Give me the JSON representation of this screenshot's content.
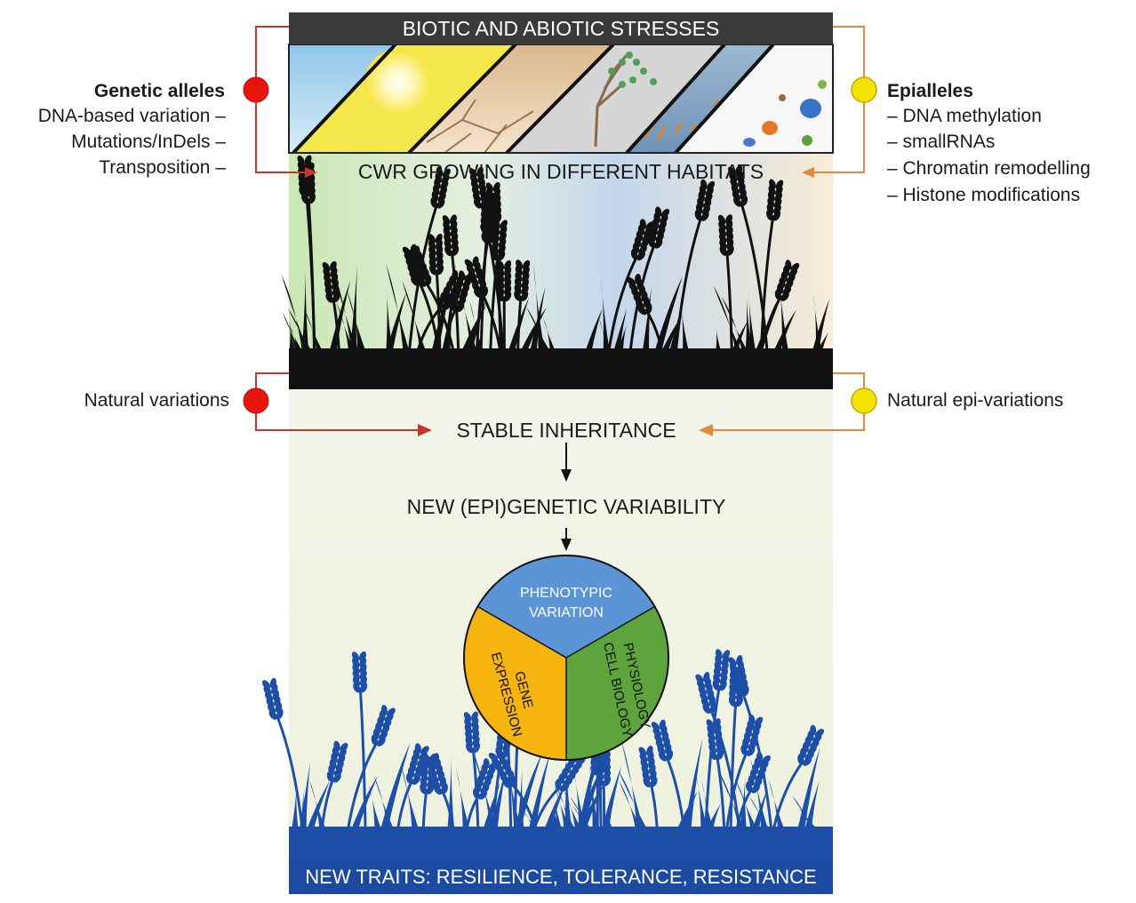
{
  "header_bar": {
    "title": "BIOTIC AND ABIOTIC STRESSES"
  },
  "left_panel": {
    "heading": "Genetic alleles",
    "items": [
      "DNA-based variation –",
      "Mutations/InDels –",
      "Transposition –"
    ],
    "natural_label": "Natural variations"
  },
  "right_panel": {
    "heading": "Epialleles",
    "items": [
      "– DNA methylation",
      "– smallRNAs",
      "– Chromatin remodelling",
      "– Histone modifications"
    ],
    "natural_label": "Natural epi-variations"
  },
  "center": {
    "habitats": "CWR GROWING IN DIFFERENT HABITATS",
    "stable": "STABLE INHERITANCE",
    "variability": "NEW (EPI)GENETIC VARIABILITY",
    "footer": "NEW TRAITS: RESILIENCE, TOLERANCE, RESISTANCE"
  },
  "pie": {
    "top_line1": "PHENOTYPIC",
    "top_line2": "VARIATION",
    "left_line1": "GENE",
    "left_line2": "EXPRESSION",
    "right_line1": "PHYSIOLOGY",
    "right_line2": "CELL BIOLOGY"
  },
  "colors": {
    "genetic": "#e8150f",
    "epigenetic": "#f5e200",
    "genetic_arrow": "#c8362a",
    "epi_arrow": "#e8883a",
    "header_bar": "#3a3a3a",
    "footer_bar": "#1c4aa0",
    "plants_dark": "#111111",
    "plants_blue": "#1d4fa8",
    "pie_top": "#5b95d5",
    "pie_left": "#f6b40e",
    "pie_right": "#5ea43c"
  }
}
